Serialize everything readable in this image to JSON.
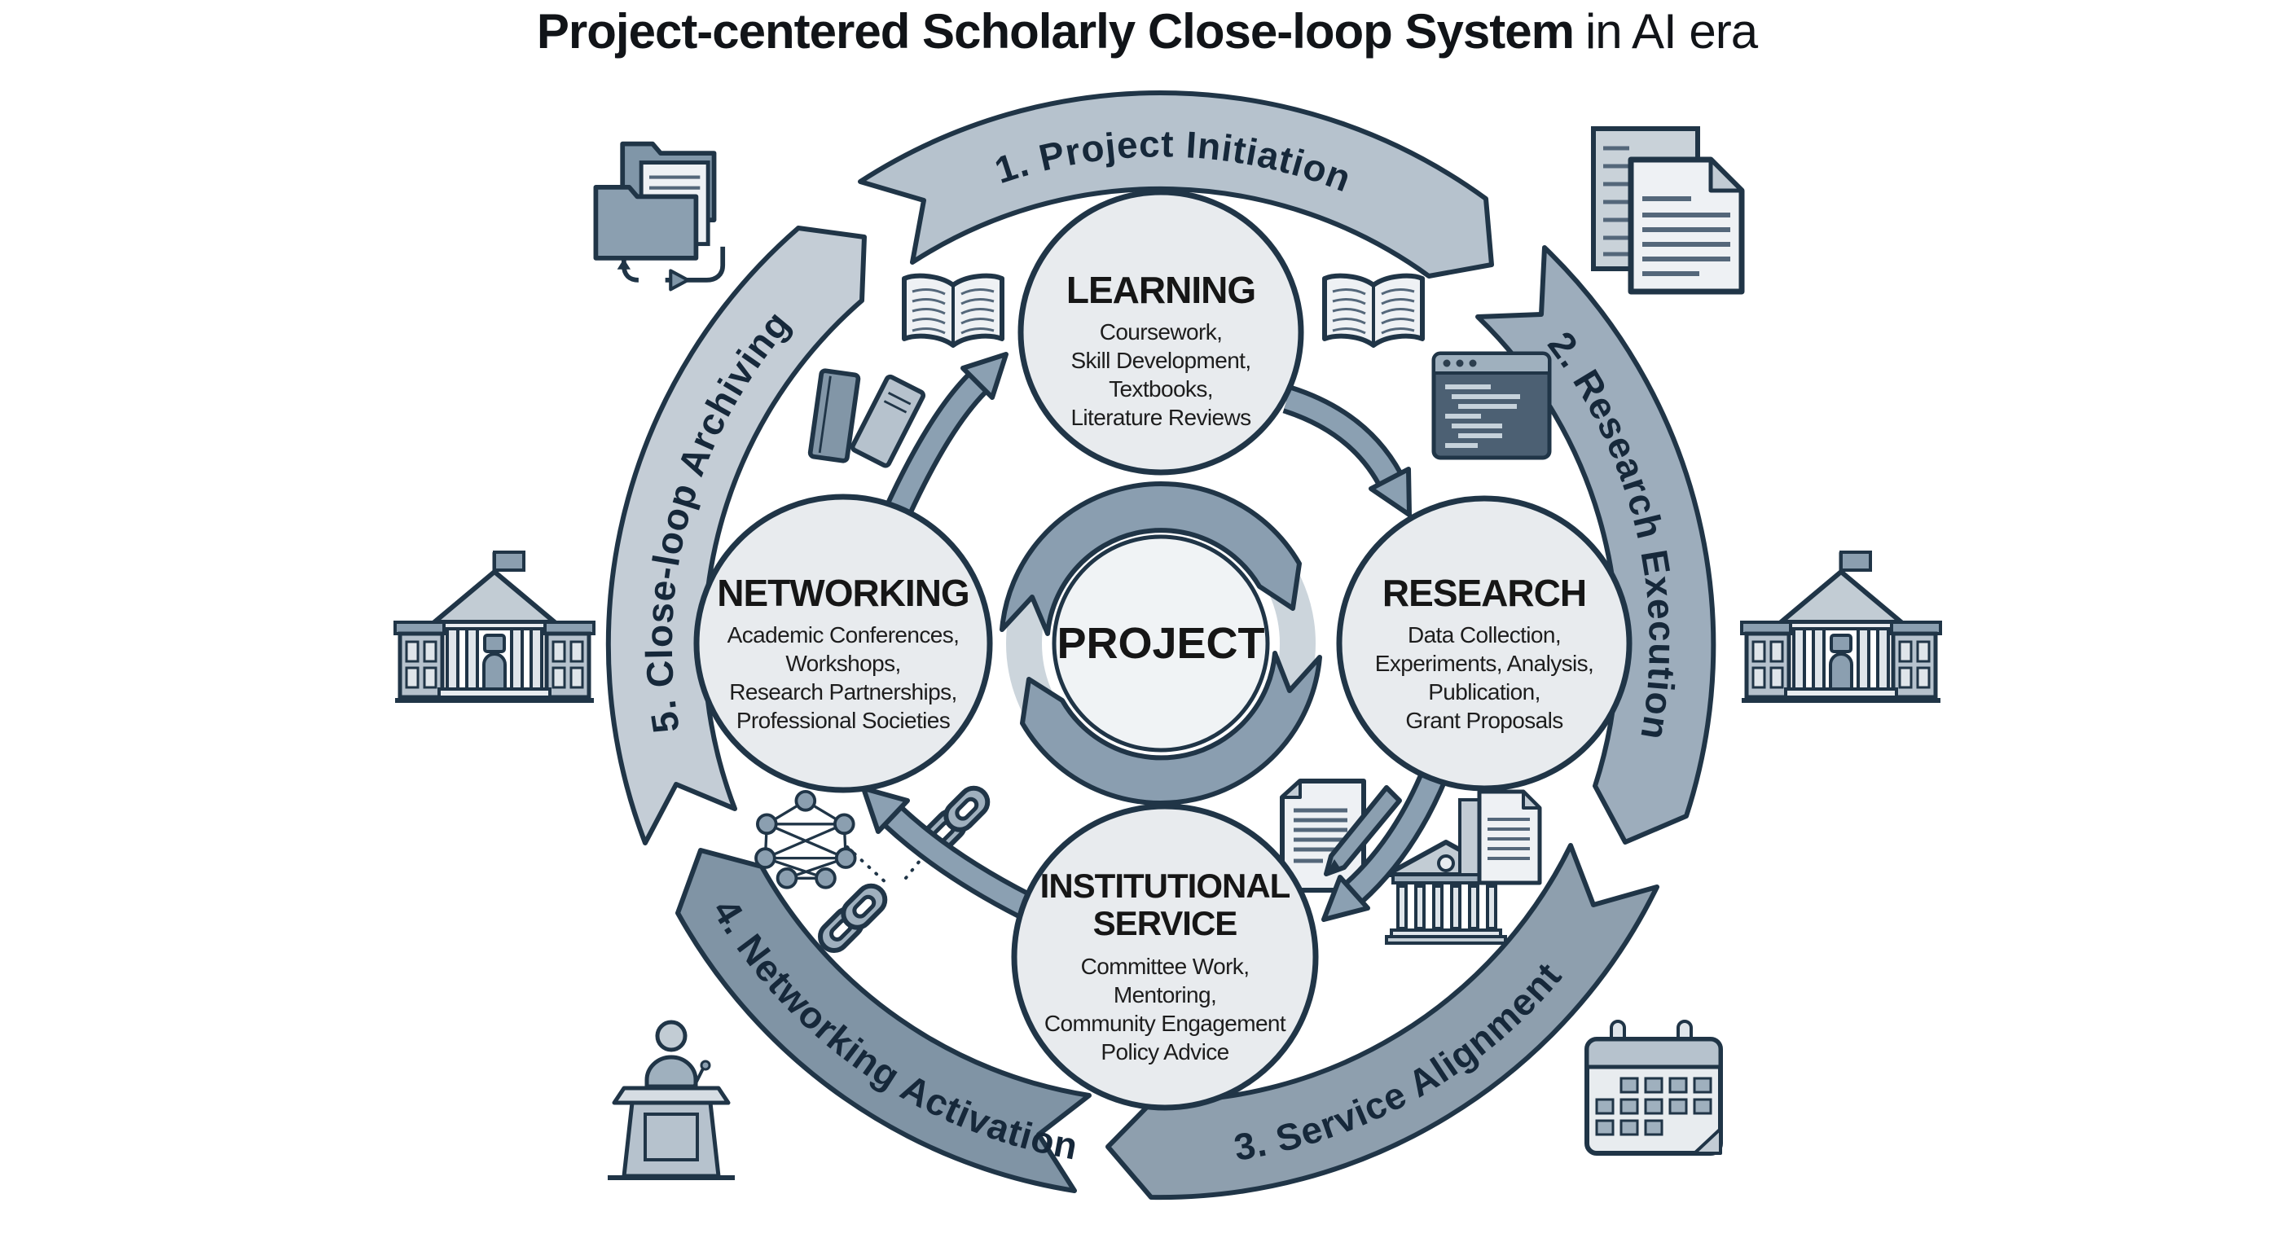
{
  "title": {
    "bold": "Project-centered Scholarly Close-loop System",
    "regular": "in AI era"
  },
  "ring": {
    "steps": [
      "1. Project Initiation",
      "2. Research Execution",
      "3. Service Alignment",
      "4. Networking Activation",
      "5. Close-loop Archiving"
    ]
  },
  "nodes": {
    "learning": {
      "title": "LEARNING",
      "lines": [
        "Coursework,",
        "Skill Development,",
        "Textbooks,",
        "Literature Reviews"
      ]
    },
    "research": {
      "title": "RESEARCH",
      "lines": [
        "Data Collection,",
        "Experiments, Analysis,",
        "Publication,",
        "Grant Proposals"
      ]
    },
    "networking": {
      "title": "NETWORKING",
      "lines": [
        "Academic Conferences,",
        "Workshops,",
        "Research Partnerships,",
        "Professional Societies"
      ]
    },
    "service": {
      "title_line1": "INSTITUTIONAL",
      "title_line2": "SERVICE",
      "lines": [
        "Committee Work,",
        "Mentoring,",
        "Community Engagement",
        "Policy Advice"
      ]
    }
  },
  "center": {
    "label": "PROJECT"
  },
  "colors": {
    "outline": "#203547",
    "segment_1": "#b6c2cd",
    "segment_2": "#9dadbc",
    "segment_3": "#8e9fae",
    "segment_4": "#8094a5",
    "segment_5": "#c4cdd6",
    "node_fill": "#e8ebee",
    "inner_arrow": "#8ba0b2",
    "center_white": "#f0f3f5",
    "paper": "#eef1f4",
    "icon_mid": "#8b9fb0",
    "icon_light": "#c2ccd4"
  },
  "icons": {
    "archive_folders": "folders-with-loop-arrow",
    "papers": "stacked-documents",
    "university_building": "columned-building-with-flag",
    "podium_speaker": "speaker-at-lectern",
    "calendar": "monthly-calendar-grid",
    "open_book": "open-book-pages",
    "book_stack": "leaning-books",
    "code_window": "dark-code-editor-window",
    "paper_pencil": "document-with-pencil",
    "bank": "classical-columned-institution",
    "documents_small": "paper-stack",
    "network_graph": "connected-nodes-graph",
    "chain_links": "interlocked-chain-links"
  }
}
